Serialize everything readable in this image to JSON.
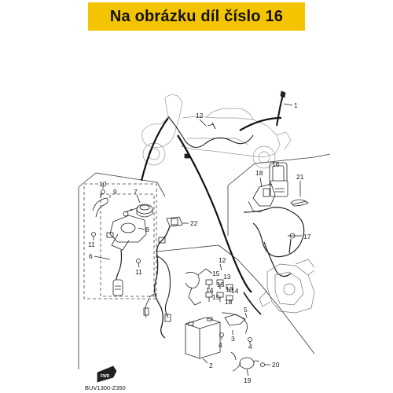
{
  "banner": {
    "text": "Na obrázku díl číslo 16",
    "color": "#f5c400"
  },
  "diagram_code": "BUV1300-Z350",
  "fwd_label": "FWD",
  "callouts": [
    {
      "id": "c1",
      "label": "1"
    },
    {
      "id": "c2",
      "label": "2"
    },
    {
      "id": "c3",
      "label": "3"
    },
    {
      "id": "c4a",
      "label": "4"
    },
    {
      "id": "c4b",
      "label": "4"
    },
    {
      "id": "c5",
      "label": "5"
    },
    {
      "id": "c6",
      "label": "6"
    },
    {
      "id": "c7",
      "label": "7"
    },
    {
      "id": "c8",
      "label": "8"
    },
    {
      "id": "c9",
      "label": "9"
    },
    {
      "id": "c10",
      "label": "10"
    },
    {
      "id": "c11a",
      "label": "11"
    },
    {
      "id": "c11b",
      "label": "11"
    },
    {
      "id": "c12a",
      "label": "12"
    },
    {
      "id": "c12b",
      "label": "12"
    },
    {
      "id": "c13a",
      "label": "13"
    },
    {
      "id": "c13b",
      "label": "13"
    },
    {
      "id": "c13c",
      "label": "13"
    },
    {
      "id": "c14a",
      "label": "14"
    },
    {
      "id": "c14b",
      "label": "14"
    },
    {
      "id": "c15a",
      "label": "15"
    },
    {
      "id": "c15b",
      "label": "15"
    },
    {
      "id": "c15c",
      "label": "15"
    },
    {
      "id": "c16",
      "label": "16"
    },
    {
      "id": "c17",
      "label": "17"
    },
    {
      "id": "c18",
      "label": "18"
    },
    {
      "id": "c19",
      "label": "19"
    },
    {
      "id": "c20",
      "label": "20"
    },
    {
      "id": "c21",
      "label": "21"
    },
    {
      "id": "c22",
      "label": "22"
    }
  ]
}
